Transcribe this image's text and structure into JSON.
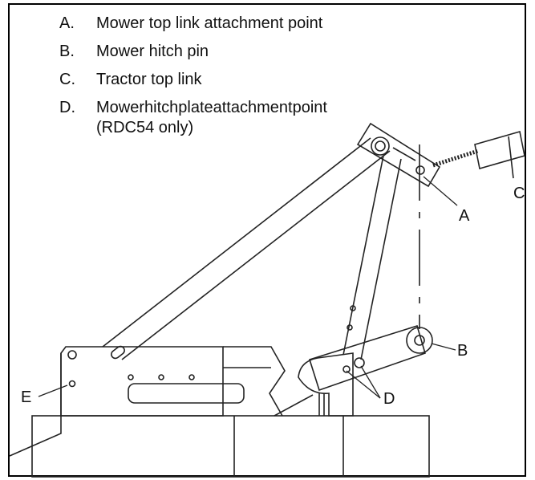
{
  "legend": [
    {
      "key": "A.",
      "text": "Mower top link attachment point"
    },
    {
      "key": "B.",
      "text": "Mower hitch pin"
    },
    {
      "key": "C.",
      "text": "Tractor top link"
    },
    {
      "key": "D.",
      "text": "Mowerhitchplateattachmentpoint"
    }
  ],
  "legend_note": "(RDC54 only)",
  "callouts": {
    "a": "A",
    "b": "B",
    "c": "C",
    "d": "D",
    "e": "E"
  }
}
